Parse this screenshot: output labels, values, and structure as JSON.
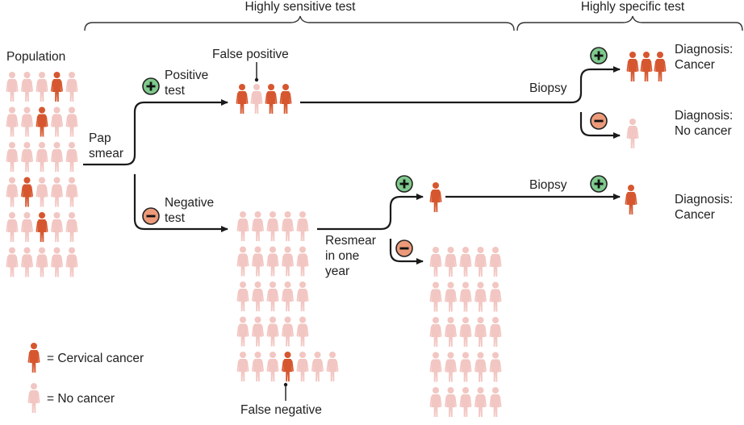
{
  "header": {
    "sensitive_label": "Highly sensitive test",
    "specific_label": "Highly specific test"
  },
  "population": {
    "label": "Population"
  },
  "pap": {
    "line1": "Pap",
    "line2": "smear"
  },
  "positive_test": {
    "line1": "Positive",
    "line2": "test"
  },
  "negative_test": {
    "line1": "Negative",
    "line2": "test"
  },
  "false_positive_label": "False positive",
  "false_negative_label": "False negative",
  "resmear": {
    "line1": "Resmear",
    "line2": "in one",
    "line3": "year"
  },
  "biopsy_label": "Biopsy",
  "diagnoses": {
    "top_cancer": {
      "title": "Diagnosis:",
      "value": "Cancer"
    },
    "top_no_cancer": {
      "title": "Diagnosis:",
      "value": "No cancer"
    },
    "lower_cancer": {
      "title": "Diagnosis:",
      "value": "Cancer"
    }
  },
  "legend": {
    "cancer": "= Cervical cancer",
    "no_cancer": "= No cancer"
  },
  "signs": {
    "plus": "+",
    "minus": "−"
  },
  "colors": {
    "cancer_figure": "#d6572f",
    "no_cancer_figure": "#f2c6c2",
    "plus_fill": "#7fc98d",
    "minus_fill": "#ec9a7a",
    "line": "#1a1a1a",
    "diagnosis_red": "#d83a2a"
  }
}
